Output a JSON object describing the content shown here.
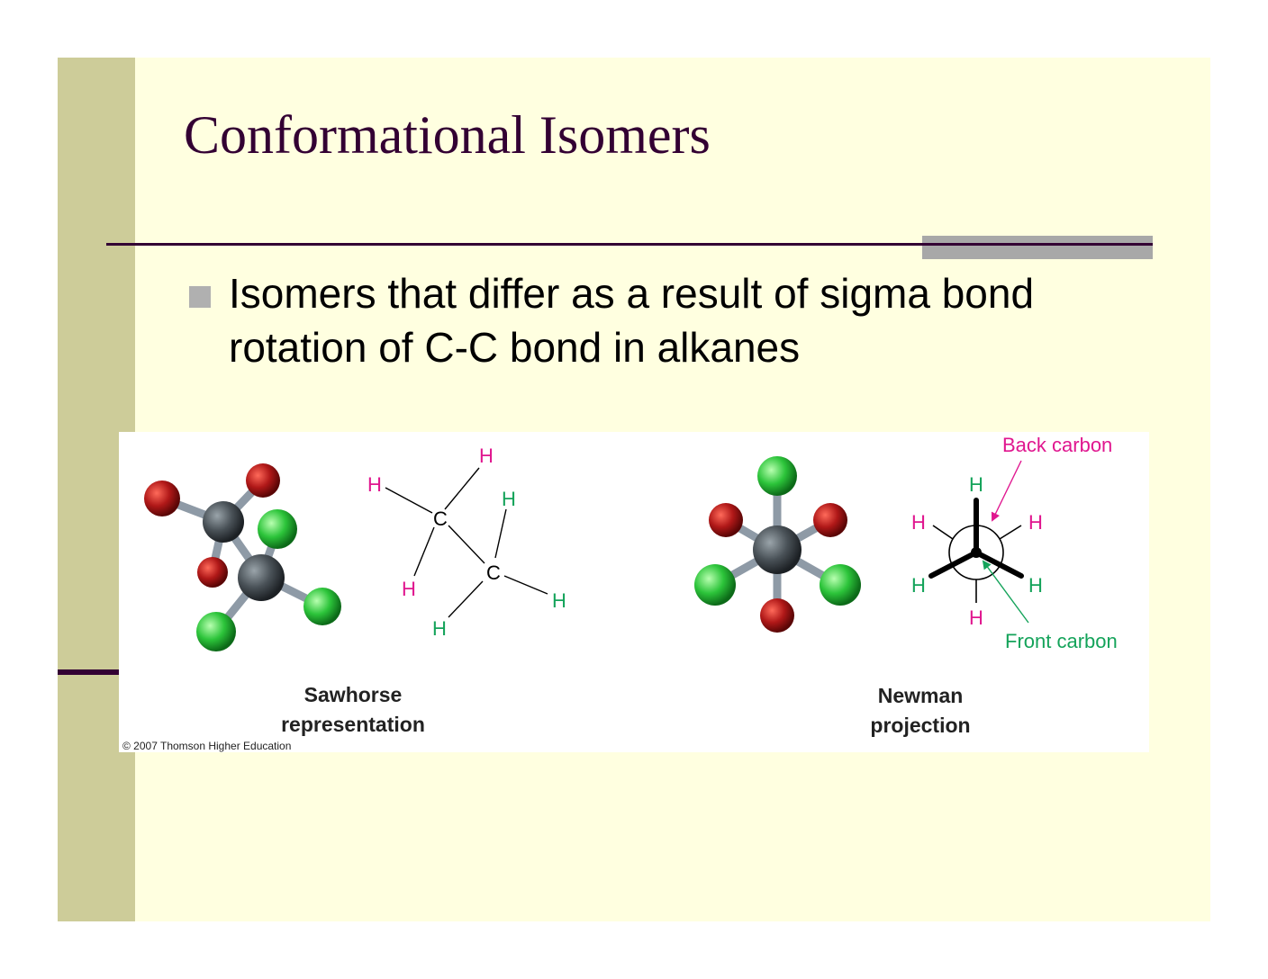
{
  "slide": {
    "title": "Conformational Isomers",
    "bullets": [
      "Isomers that differ as a result of sigma bond rotation of C-C bond in alkanes"
    ]
  },
  "figure": {
    "sawhorse": {
      "caption_line1": "Sawhorse",
      "caption_line2": "representation",
      "carbon_label": "C",
      "hydrogen_label": "H"
    },
    "newman": {
      "caption_line1": "Newman",
      "caption_line2": "projection",
      "hydrogen_label": "H",
      "back_carbon_label": "Back carbon",
      "front_carbon_label": "Front carbon"
    },
    "copyright": "© 2007 Thomson Higher Education"
  },
  "colors": {
    "title": "#330033",
    "back_atoms": "#e0168f",
    "front_atoms": "#14a35a",
    "carbon_ball": "#4a5258",
    "red_ball": "#b01818",
    "green_ball": "#2cc43a"
  }
}
